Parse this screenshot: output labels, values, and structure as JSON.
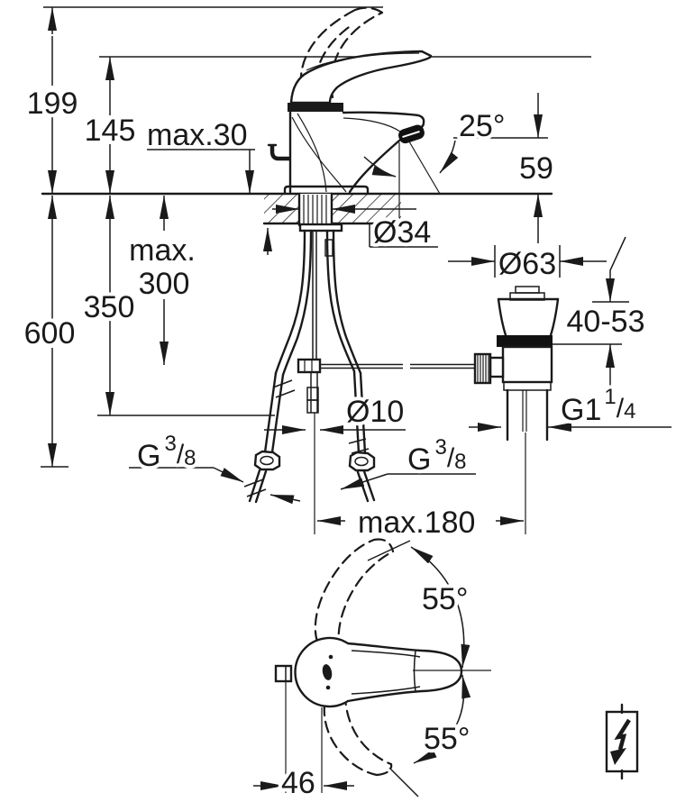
{
  "drawing": {
    "background_color": "#ffffff",
    "line_color": "#1a1a1a"
  },
  "dims": {
    "h199": "199",
    "h145": "145",
    "deck_max": "max.30",
    "spray_angle": "25°",
    "h59": "59",
    "d34": "Ø34",
    "rod_max_line1": "max.",
    "rod_max_line2": "300",
    "h350": "350",
    "h600": "600",
    "d63": "Ø63",
    "deck_range": "40-53",
    "d10": "Ø10",
    "reach_max": "max.180",
    "swivel_up": "55°",
    "swivel_down": "55°",
    "w46": "46",
    "g114": {
      "base": "G1",
      "sup": "1",
      "slash": "/",
      "sub": "4"
    },
    "g38_left": {
      "base": "G",
      "sup": "3",
      "slash": "/",
      "sub": "8"
    },
    "g38_right": {
      "base": "G",
      "sup": "3",
      "slash": "/",
      "sub": "8"
    }
  },
  "icons": {
    "bottom_right_symbol": "lightning-bolt"
  }
}
